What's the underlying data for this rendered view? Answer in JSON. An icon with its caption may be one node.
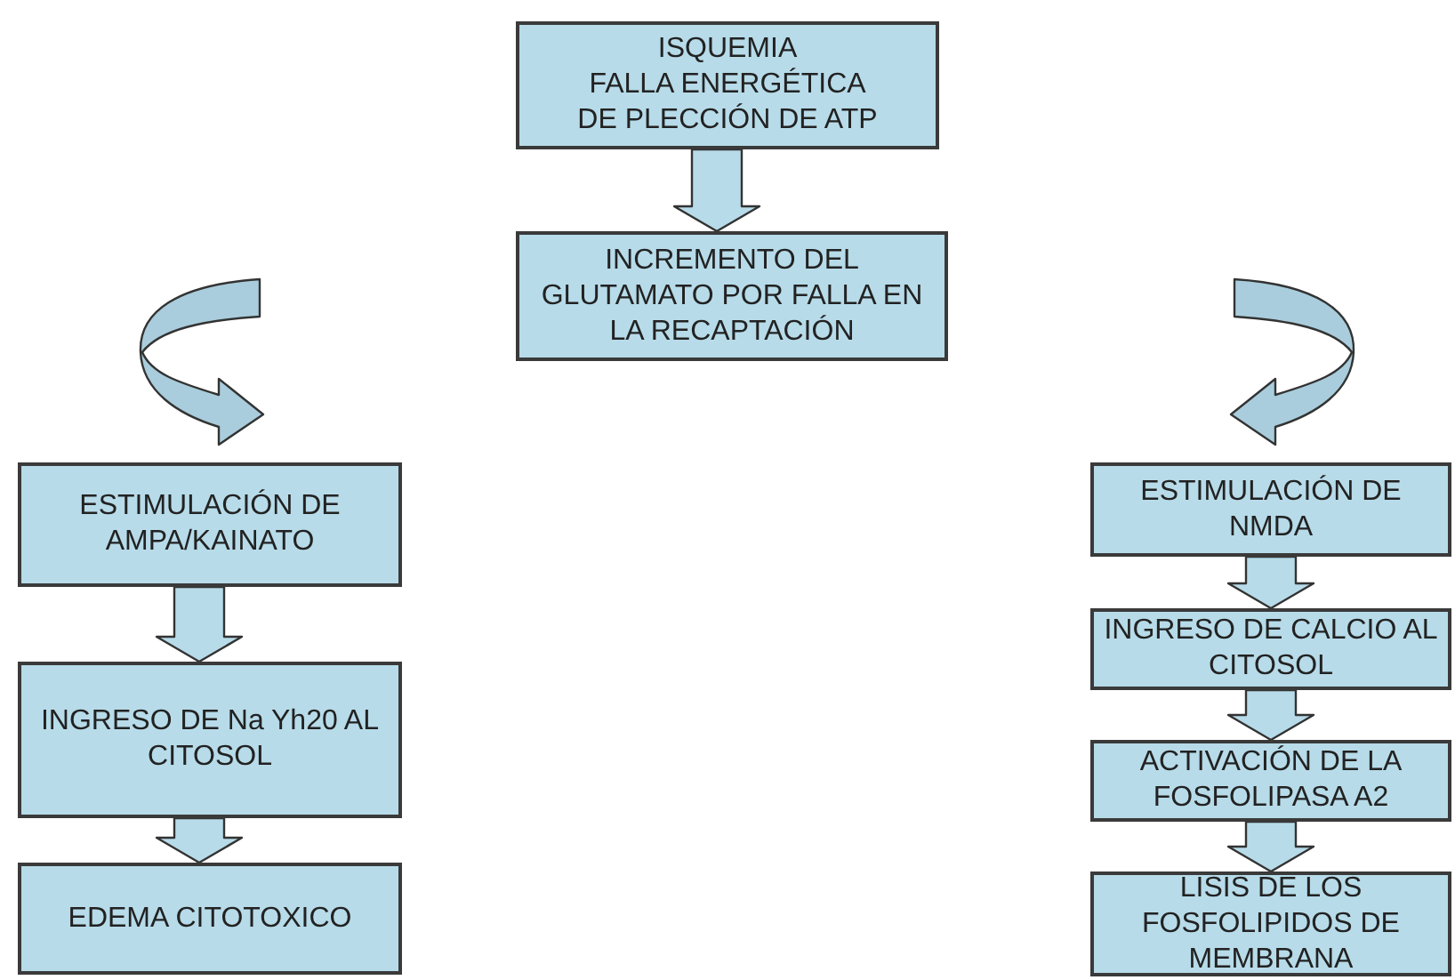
{
  "diagram": {
    "nodes": [
      {
        "text": [
          "ISQUEMIA",
          "FALLA ENERGÉTICA",
          "DE PLECCIÓN DE ATP"
        ]
      },
      {
        "text": [
          "INCREMENTO DEL GLUTAMATO POR FALLA EN LA RECAPTACIÓN"
        ]
      },
      {
        "text": [
          "ESTIMULACIÓN DE AMPA/KAINATO"
        ]
      },
      {
        "text": [
          "INGRESO DE Na Yh20 AL CITOSOL"
        ]
      },
      {
        "text": [
          "EDEMA CITOTOXICO"
        ]
      },
      {
        "text": [
          "ESTIMULACIÓN DE NMDA"
        ]
      },
      {
        "text": [
          "INGRESO DE CALCIO AL CITOSOL"
        ]
      },
      {
        "text": [
          "ACTIVACIÓN DE LA FOSFOLIPASA A2"
        ]
      },
      {
        "text": [
          "LISIS DE LOS FOSFOLIPIDOS DE MEMBRANA"
        ]
      }
    ],
    "edges": [
      {
        "from": 0,
        "to": 1,
        "arrow": "to"
      },
      {
        "from": null,
        "to": 2,
        "arrow": "to"
      },
      {
        "from": 2,
        "to": 3,
        "arrow": "to"
      },
      {
        "from": 3,
        "to": 4,
        "arrow": "to"
      },
      {
        "from": null,
        "to": 5,
        "arrow": "to"
      },
      {
        "from": 5,
        "to": 6,
        "arrow": "to"
      },
      {
        "from": 6,
        "to": 7,
        "arrow": "to"
      },
      {
        "from": 7,
        "to": 8,
        "arrow": "to"
      }
    ]
  }
}
